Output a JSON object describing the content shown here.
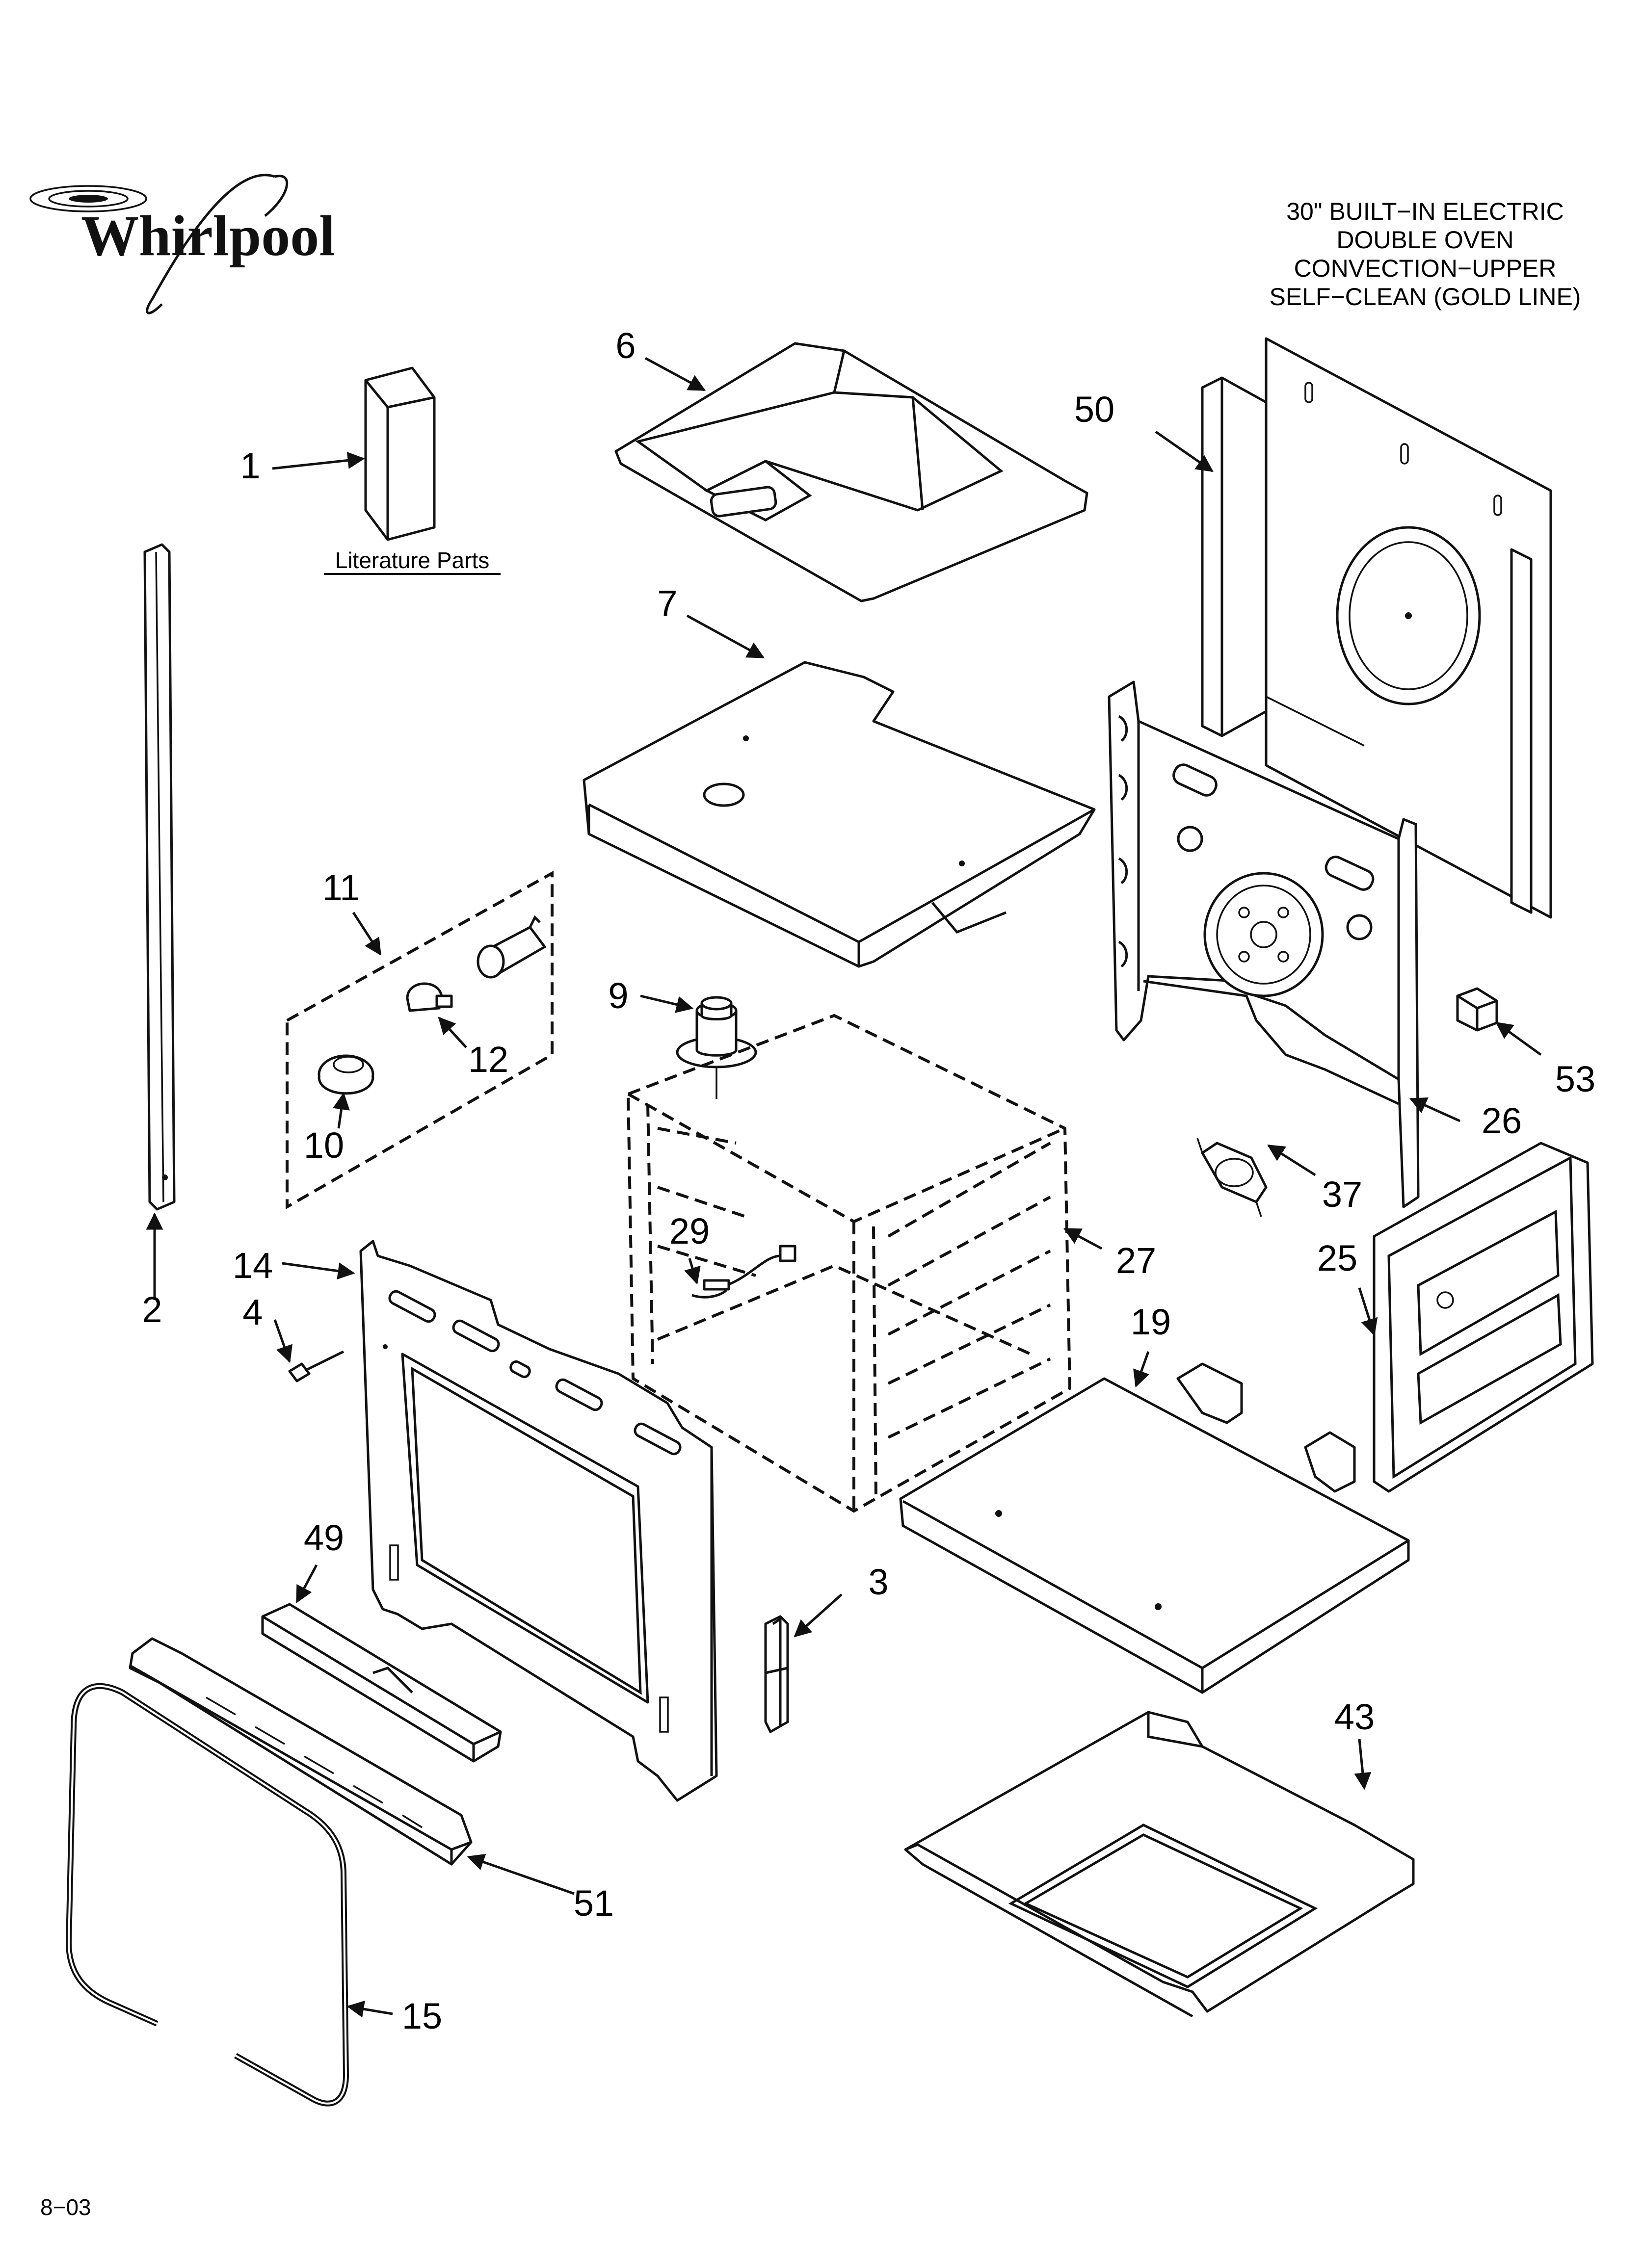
{
  "brand": {
    "name": "Whirlpool"
  },
  "header": {
    "title_lines": [
      "30\" BUILT−IN ELECTRIC",
      "DOUBLE OVEN",
      "CONVECTION−UPPER",
      "SELF−CLEAN (GOLD LINE)"
    ]
  },
  "literature_caption": "Literature Parts",
  "footer": {
    "date_code": "8−03"
  },
  "callouts": {
    "c1": "1",
    "c2": "2",
    "c3": "3",
    "c4": "4",
    "c6": "6",
    "c7": "7",
    "c9": "9",
    "c10": "10",
    "c11": "11",
    "c12": "12",
    "c14": "14",
    "c15": "15",
    "c19": "19",
    "c25": "25",
    "c26": "26",
    "c27": "27",
    "c29": "29",
    "c37": "37",
    "c43": "43",
    "c49": "49",
    "c50": "50",
    "c51": "51",
    "c53": "53"
  }
}
